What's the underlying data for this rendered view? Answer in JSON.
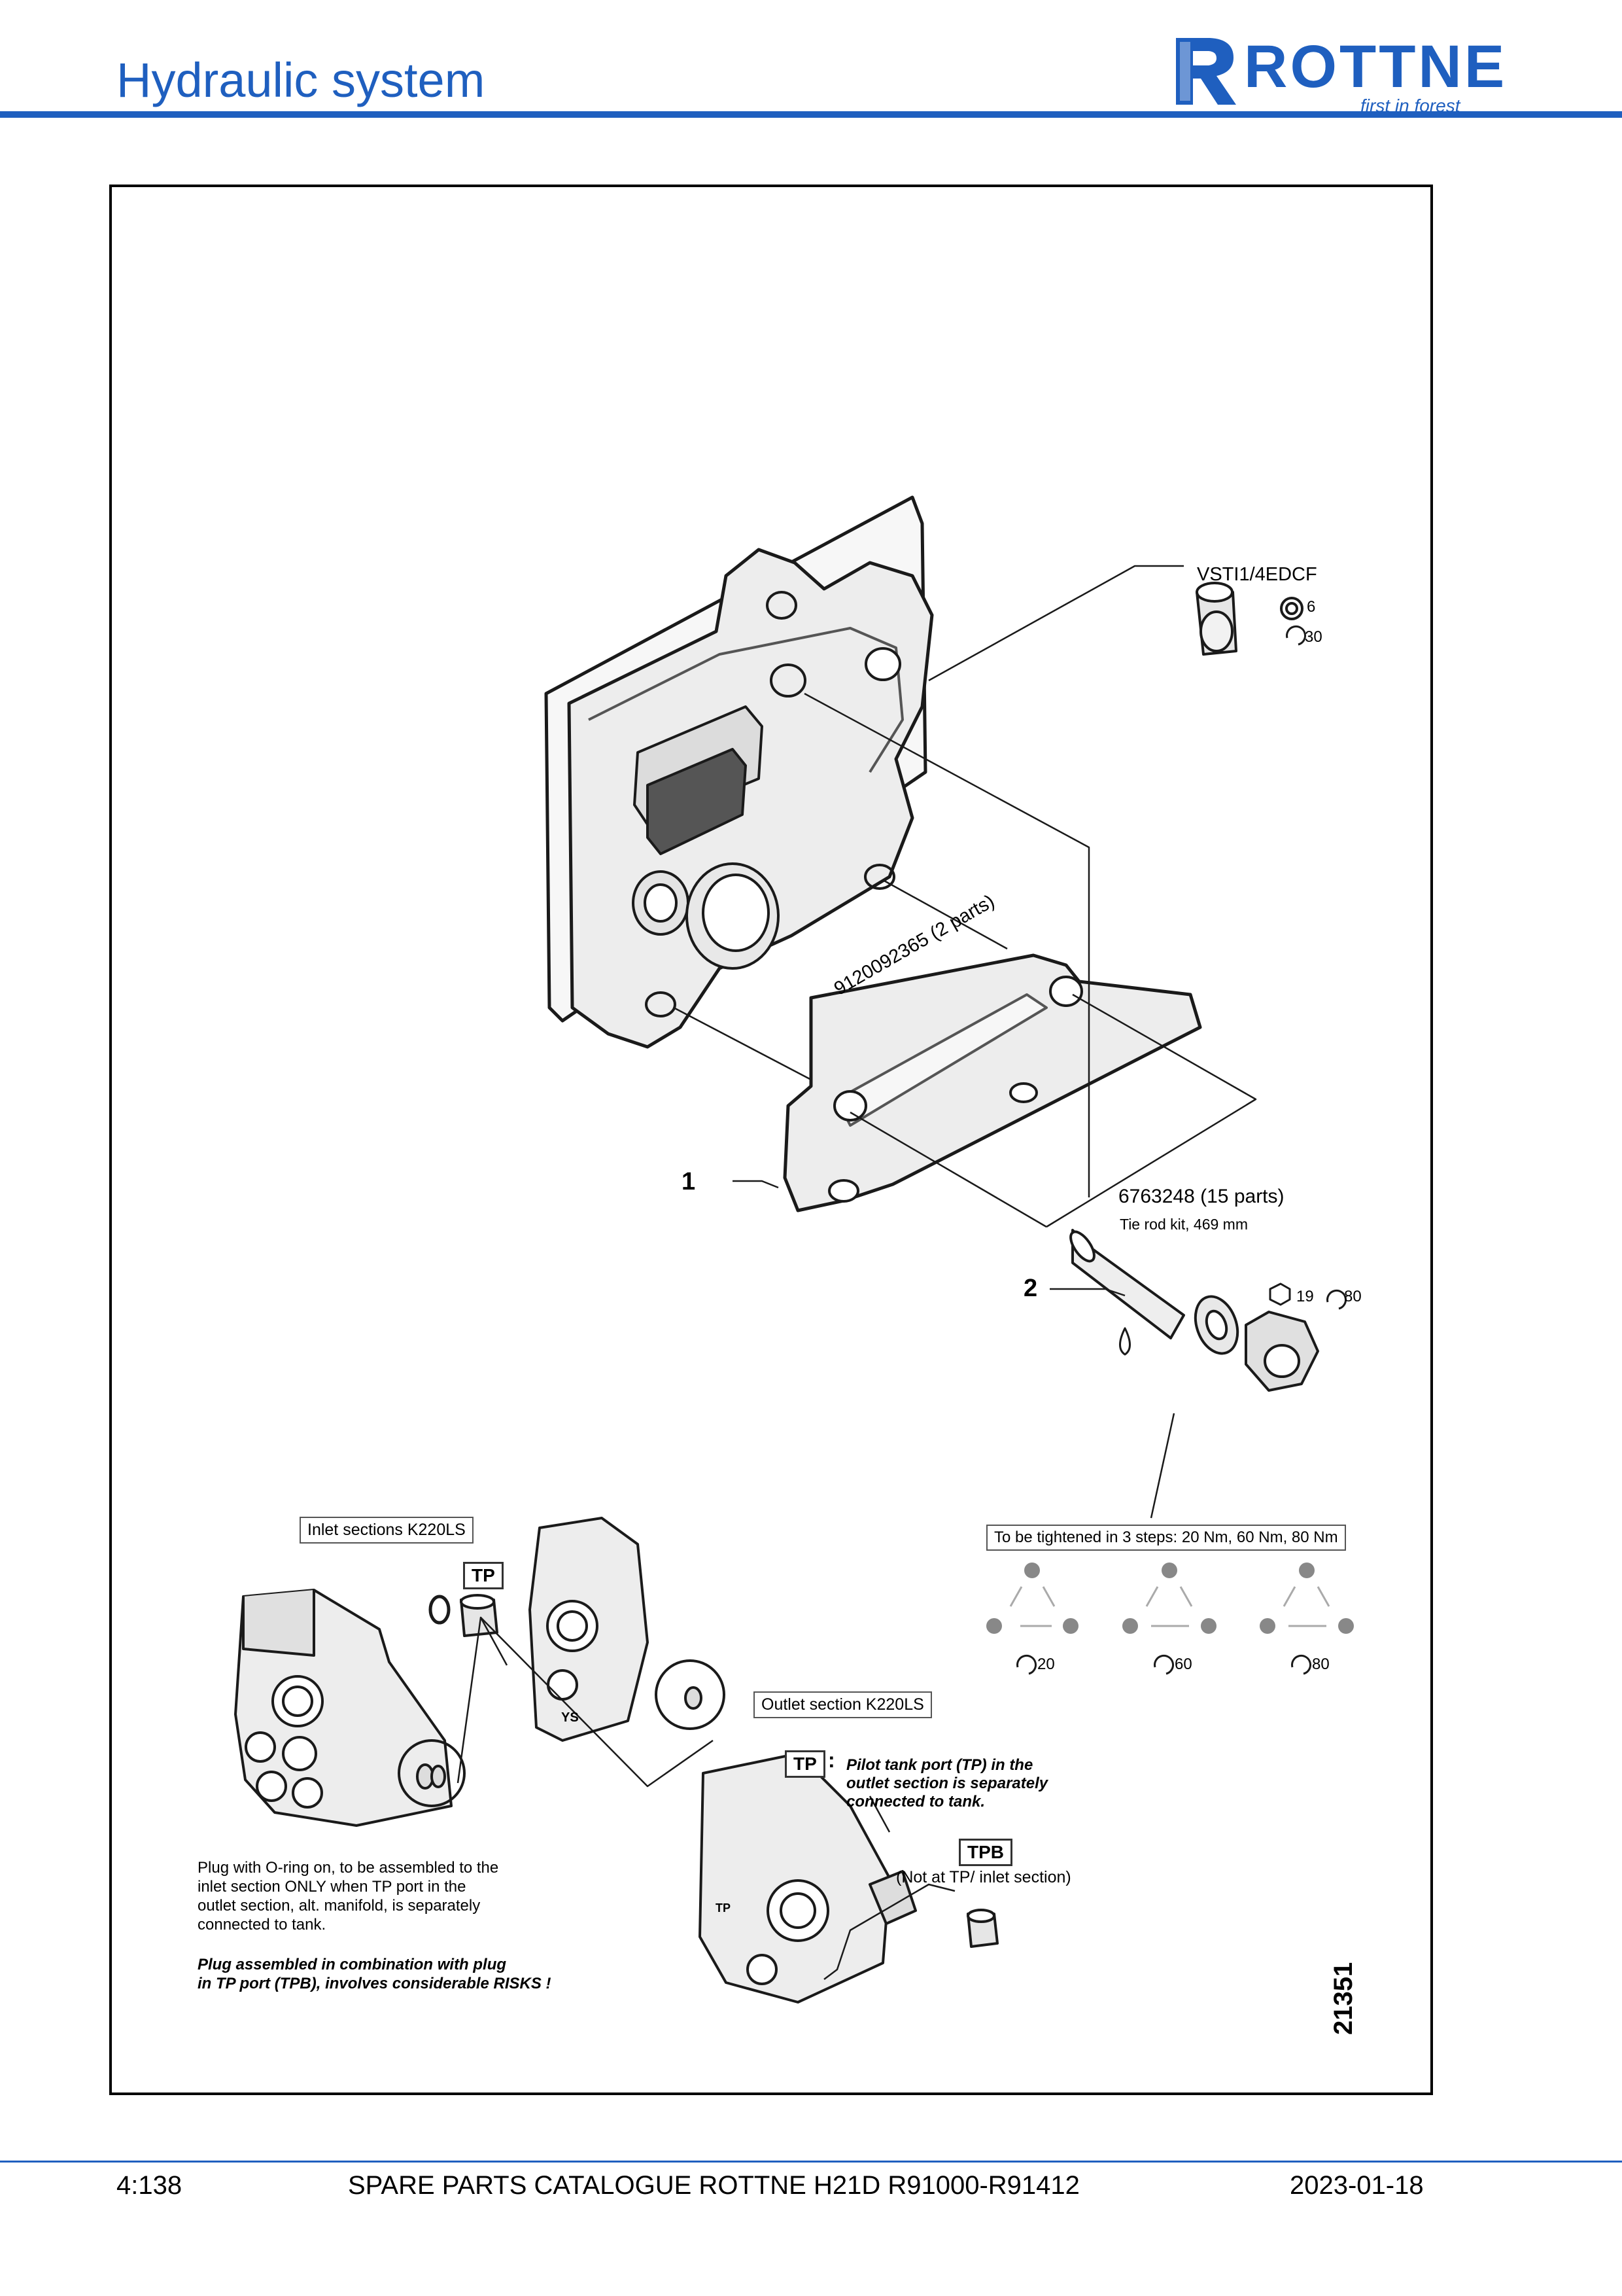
{
  "header": {
    "title": "Hydraulic system",
    "logo_text": "ROTTNE",
    "logo_tagline": "first in forest"
  },
  "drawing": {
    "part_screw": "VSTI1/4EDCF",
    "screw_tool_size": "6",
    "screw_torque": "30",
    "part_bracket": "9120092365 (2 parts)",
    "part_tierod": "6763248 (15 parts)",
    "tierod_desc": "Tie rod kit, 469 mm",
    "item_1": "1",
    "item_2": "2",
    "nut_tool_size": "19",
    "nut_torque": "80",
    "tightening_note": "To be tightened in 3 steps: 20 Nm, 60 Nm, 80 Nm",
    "step_torques": [
      "20",
      "60",
      "80"
    ],
    "inlet_box": "Inlet sections K220LS",
    "tp_label": "TP",
    "ys_label": "YS",
    "outlet_box": "Outlet section K220LS",
    "tp_colon": ":",
    "tp_note": "Pilot tank port (TP) in the outlet section is separately connected to tank.",
    "tp_note_lines": [
      "Pilot tank port (TP) in the",
      "outlet section is separately",
      "connected to tank."
    ],
    "tpb_label": "TPB",
    "tpb_note": "(Not at TP/ inlet section)",
    "plug_note_lines": [
      "Plug with O-ring on, to be assembled to the",
      "inlet section ONLY when TP port in the",
      "outlet section, alt. manifold, is separately",
      "connected to tank."
    ],
    "risk_note_lines": [
      "Plug assembled in combination with plug",
      "in TP port (TPB), involves considerable RISKS !"
    ],
    "figure_number": "21351"
  },
  "footer": {
    "page": "4:138",
    "catalogue": "SPARE PARTS CATALOGUE ROTTNE H21D R91000-R91412",
    "date": "2023-01-18"
  },
  "colors": {
    "brand_blue": "#1f5fbf"
  }
}
